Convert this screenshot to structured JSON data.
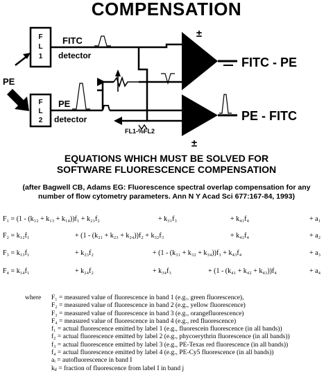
{
  "title": "COMPENSATION",
  "diagram": {
    "fl1_label": [
      "F",
      "L",
      "1"
    ],
    "fl2_label": [
      "F",
      "L",
      "2"
    ],
    "fitc_label": "FITC",
    "fitc_detector_label": "detector",
    "pe_label": "PE",
    "pe_input_label": "PE",
    "pe_detector_label": "detector",
    "top_amp_sign": "±",
    "bottom_amp_sign": "±",
    "top_minus": "—",
    "fl_subtract_label": "FL1-%FL2",
    "output_top": "FITC - PE",
    "output_bottom": "PE - FITC"
  },
  "heading": [
    "EQUATIONS WHICH MUST BE SOLVED FOR",
    "SOFTWARE FLUORESCENCE COMPENSATION"
  ],
  "citation": [
    "(after Bagwell CB, Adams EG: Fluorescence spectral overlap compensation for any",
    "number of flow cytometry parameters.  Ann N Y Acad Sci 677:167-84, 1993)"
  ],
  "equations": [
    [
      "F₁ = (1 - (k₁₂ + k₁₃ + k₁₄))f₁ + k₂₁f₂",
      "+ k₃₁f₃",
      "+ k₄₁f₄",
      "+ a₁"
    ],
    [
      "F₂ = k₁₂f₁",
      "+ (1 - (k₂₁ + k₂₃ + k₂₄))f₂ + k₃₂f₃",
      "+ k₄₂f₄",
      "+ a₂"
    ],
    [
      "F₃ = k₁₃f₁",
      "+ k₂₃f₂",
      "+ (1 - (k₃₁ + k₃₂ + k₃₄))f₃ + k₄₃f₄",
      "+ a₃"
    ],
    [
      "F₄ = k₁₄f₁",
      "+ k₂₄f₂",
      "+ k₃₄f₃",
      "+ (1 - (k₄₁ + k₄₂ + k₄₃))f₄",
      "+ a₄"
    ]
  ],
  "where_label": "where",
  "definitions": [
    "F₁ = measured value  of fluorescence in band 1 (e.g., green fluorescence),",
    "F₂ = measured value  of fluorescence in band 2 (e.g., yellow fluorescence)",
    "F₃ = measured value  of fluorescence in band 3 (e.g., orangefluorescence)",
    "F₄ = measured value  of fluorescence in band 4 (e.g., red fluorescence)",
    "f₁ = actual fluorescence emitted by label 1 (e.g., fluorescein fluorescence (in all bands))",
    "f₂ = actual fluorescence emitted by label 2 (e.g., phycoerythrin fluorescence (in all bands))",
    "f₃ = actual fluorescence emitted by label 3 (e.g., PE-Texas red fluorescence (in all bands))",
    "f₄ = actual fluorescence emitted by label 4 (e.g., PE-Cy5 fluorescence (in all bands))",
    "aᵢ = autofluorescence in band I",
    "kᵢⱼ = fraction of fluorescence from label I in band j"
  ]
}
